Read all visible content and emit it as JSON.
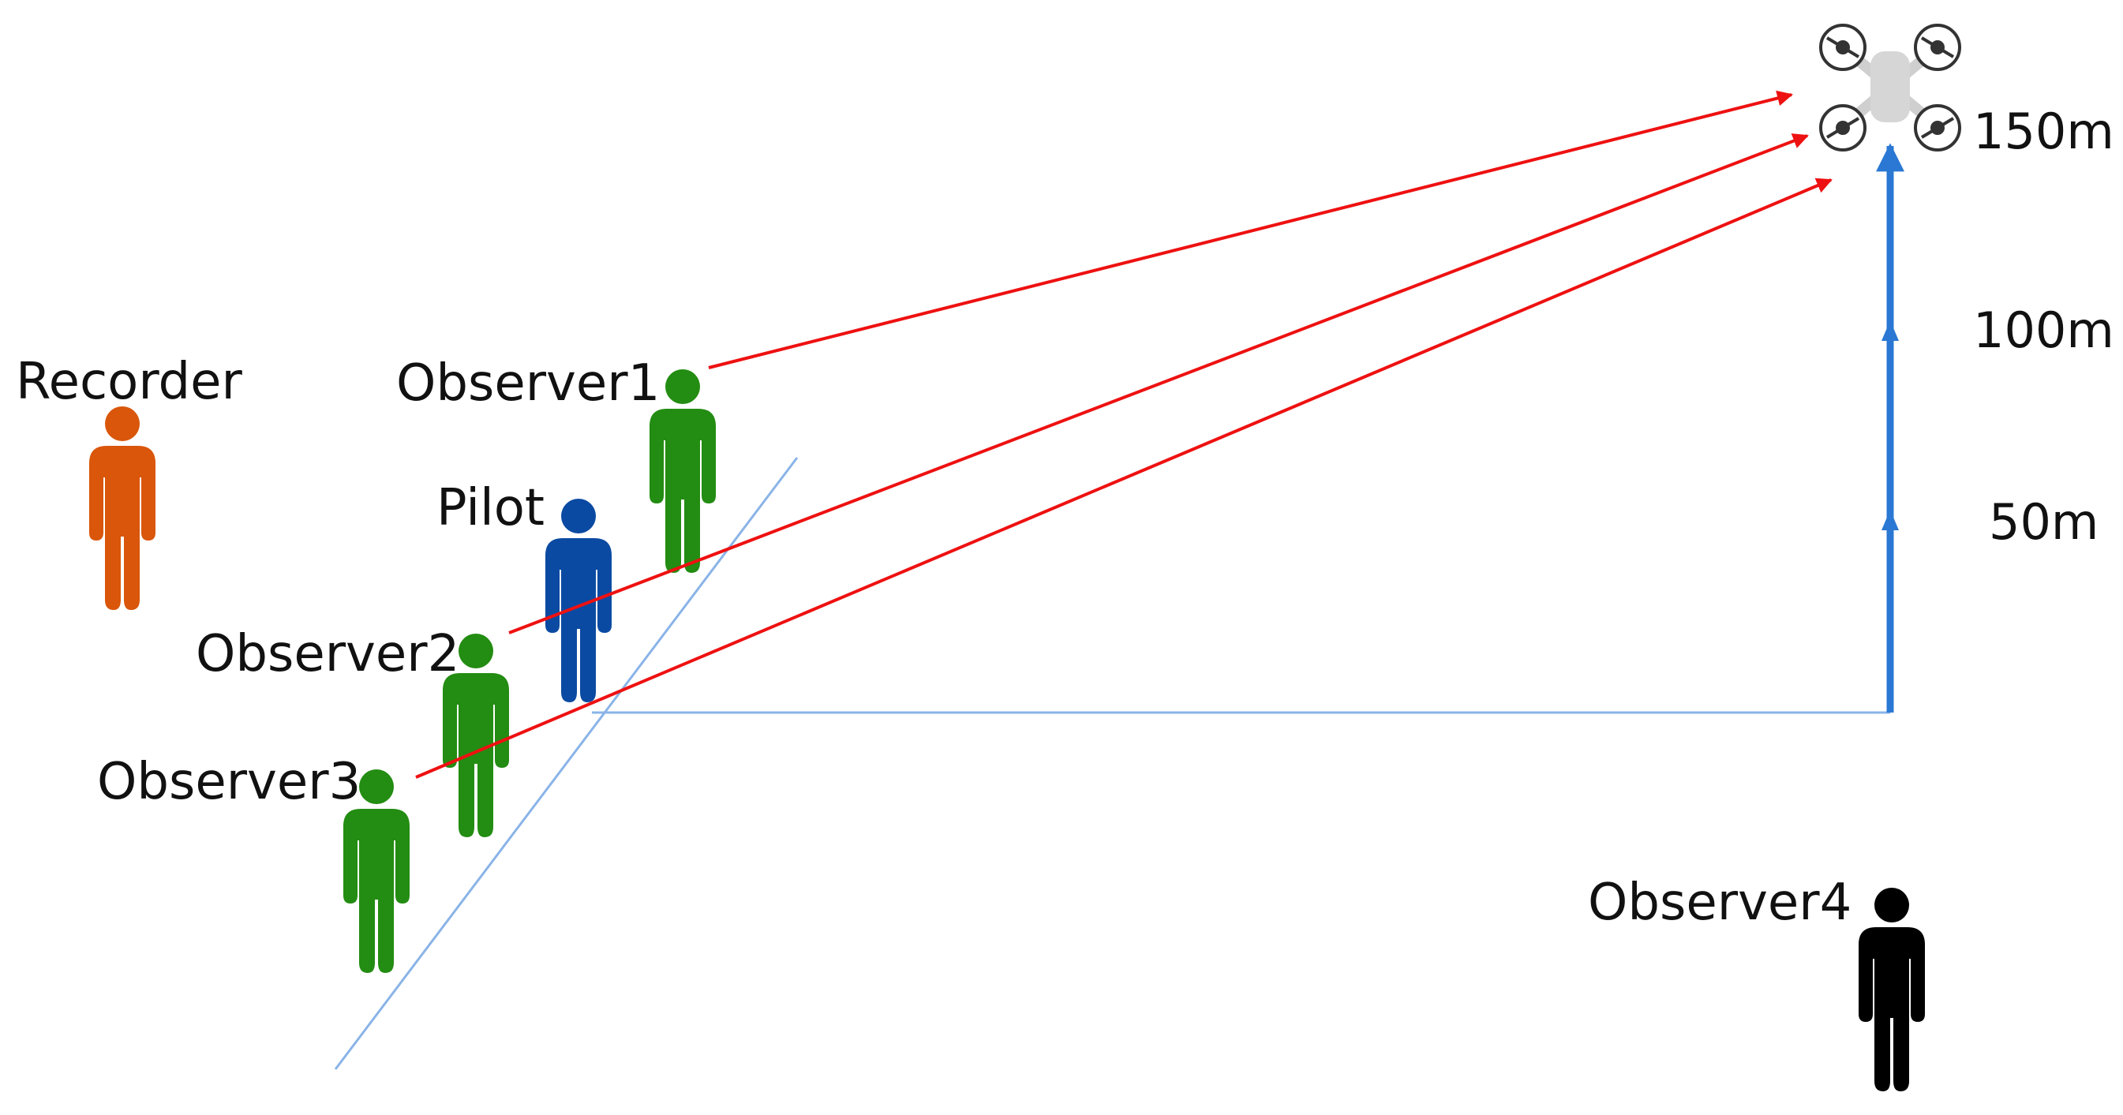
{
  "people": [
    {
      "id": "recorder",
      "label": "Recorder",
      "role": "recorder-icon",
      "color": "#d9560a"
    },
    {
      "id": "observer1",
      "label": "Observer1",
      "role": "observer-icon",
      "color": "#238c12"
    },
    {
      "id": "pilot",
      "label": "Pilot",
      "role": "pilot-icon",
      "color": "#0b4aa2"
    },
    {
      "id": "observer2",
      "label": "Observer2",
      "role": "observer-icon",
      "color": "#238c12"
    },
    {
      "id": "observer3",
      "label": "Observer3",
      "role": "observer-icon",
      "color": "#238c12"
    },
    {
      "id": "observer4",
      "label": "Observer4",
      "role": "observer-icon",
      "color": "#000000"
    }
  ],
  "altitudes": [
    "50m",
    "100m",
    "150m"
  ],
  "drone": {
    "icon": "drone-icon"
  },
  "colors": {
    "sight_lines": "#ee1111",
    "altitude_axis": "#2a78d4",
    "ground_lines": "#8ab4e8",
    "drone_body": "#cfcfcf",
    "rotor": "#333333"
  }
}
